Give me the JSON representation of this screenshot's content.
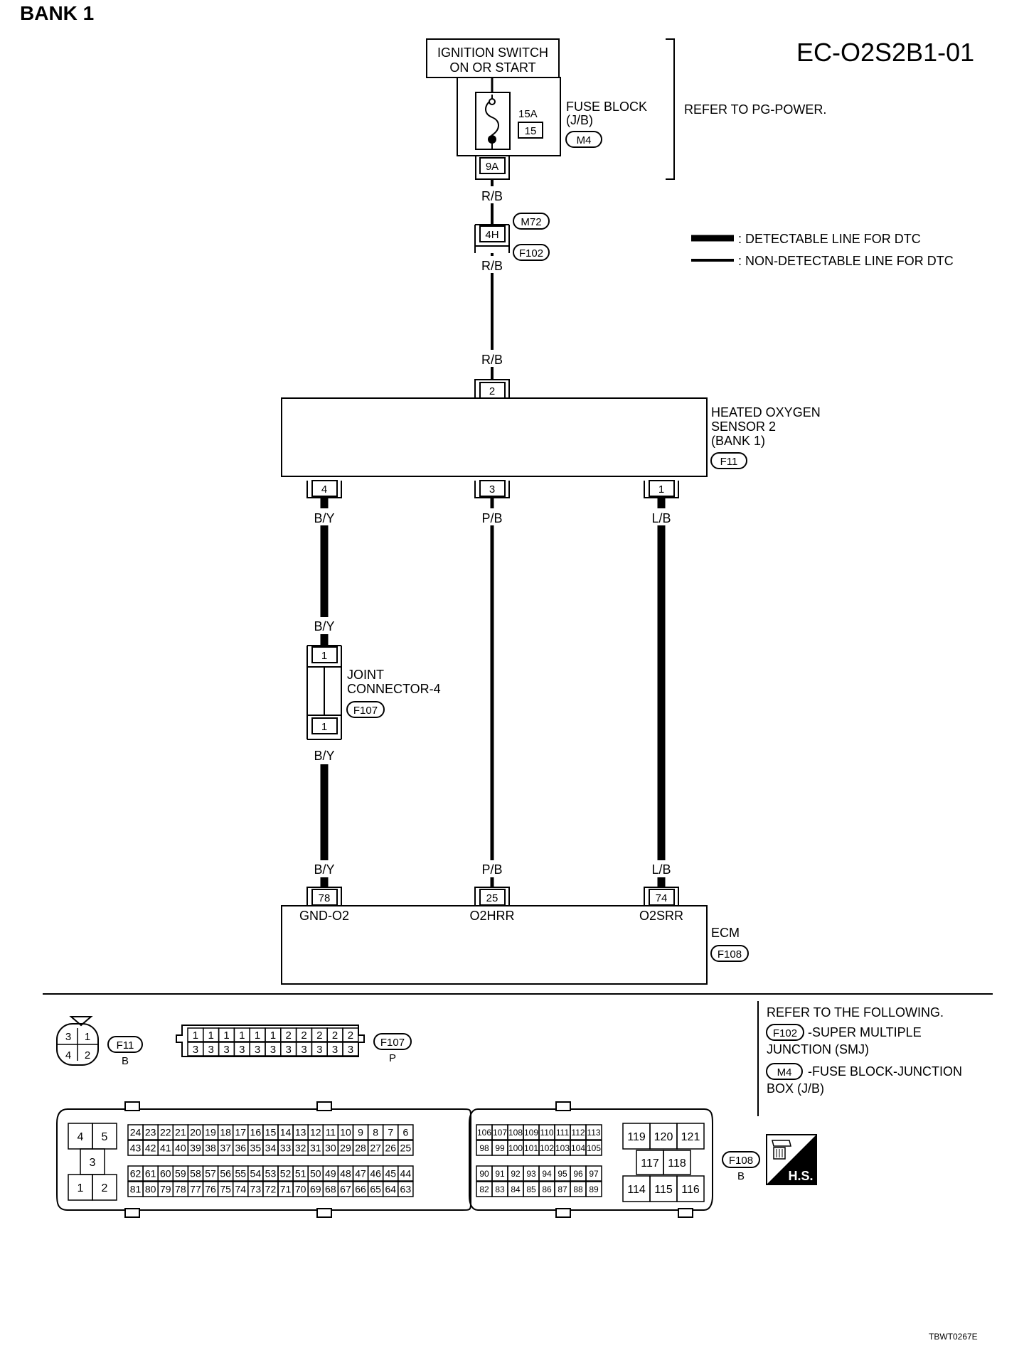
{
  "page": {
    "bank_title": "BANK 1",
    "diagram_code": "EC-O2S2B1-01",
    "figure_code": "TBWT0267E"
  },
  "power": {
    "ignition_line1": "IGNITION SWITCH",
    "ignition_line2": "ON OR START",
    "fuse_amps": "15A",
    "fuse_number": "15",
    "fuse_block_line1": "FUSE BLOCK",
    "fuse_block_line2": "(J/B)",
    "fuse_block_connector": "M4",
    "fuse_terminal": "9A",
    "refer_text": "REFER TO PG-POWER."
  },
  "harness": {
    "wire_rb": "R/B",
    "junction_terminal": "4H",
    "junction_conn_top": "M72",
    "junction_conn_bottom": "F102"
  },
  "legend": {
    "detectable": ": DETECTABLE LINE FOR DTC",
    "non_detectable": ": NON-DETECTABLE LINE FOR DTC"
  },
  "sensor": {
    "name_line1": "HEATED OXYGEN",
    "name_line2": "SENSOR 2",
    "name_line3": "(BANK 1)",
    "connector": "F11",
    "top_pin": "2",
    "pins": [
      "4",
      "3",
      "1"
    ],
    "wires": [
      "B/Y",
      "P/B",
      "L/B"
    ]
  },
  "joint": {
    "name_line1": "JOINT",
    "name_line2": "CONNECTOR-4",
    "connector": "F107",
    "pin_top": "1",
    "pin_bottom": "1"
  },
  "ecm": {
    "name": "ECM",
    "connector": "F108",
    "pins": [
      "78",
      "25",
      "74"
    ],
    "pin_names": [
      "GND-O2",
      "O2HRR",
      "O2SRR"
    ]
  },
  "refer_following": {
    "title": "REFER TO THE FOLLOWING.",
    "item1_conn": "F102",
    "item1_line1": "-SUPER MULTIPLE",
    "item1_line2": "JUNCTION (SMJ)",
    "item2_conn": "M4",
    "item2_line1": "-FUSE BLOCK-JUNCTION",
    "item2_line2": "BOX (J/B)"
  },
  "connector_views": {
    "f11": {
      "label": "F11",
      "color": "B",
      "pins": [
        "3",
        "1",
        "4",
        "2"
      ]
    },
    "f107": {
      "label": "F107",
      "color": "P",
      "top_row": [
        "1",
        "1",
        "1",
        "1",
        "1",
        "1",
        "2",
        "2",
        "2",
        "2",
        "2"
      ],
      "bottom_row": [
        "3",
        "3",
        "3",
        "3",
        "3",
        "3",
        "3",
        "3",
        "3",
        "3",
        "3"
      ]
    },
    "f108": {
      "label": "F108",
      "color": "B",
      "left_block": [
        "4",
        "5",
        "3",
        "1",
        "2"
      ],
      "rows": [
        [
          "24",
          "23",
          "22",
          "21",
          "20",
          "19",
          "18",
          "17",
          "16",
          "15",
          "14",
          "13",
          "12",
          "11",
          "10",
          "9",
          "8",
          "7",
          "6"
        ],
        [
          "43",
          "42",
          "41",
          "40",
          "39",
          "38",
          "37",
          "36",
          "35",
          "34",
          "33",
          "32",
          "31",
          "30",
          "29",
          "28",
          "27",
          "26",
          "25"
        ],
        [
          "62",
          "61",
          "60",
          "59",
          "58",
          "57",
          "56",
          "55",
          "54",
          "53",
          "52",
          "51",
          "50",
          "49",
          "48",
          "47",
          "46",
          "45",
          "44"
        ],
        [
          "81",
          "80",
          "79",
          "78",
          "77",
          "76",
          "75",
          "74",
          "73",
          "72",
          "71",
          "70",
          "69",
          "68",
          "67",
          "66",
          "65",
          "64",
          "63"
        ]
      ],
      "mid_rows": [
        [
          "106",
          "107",
          "108",
          "109",
          "110",
          "111",
          "112",
          "113"
        ],
        [
          "98",
          "99",
          "100",
          "101",
          "102",
          "103",
          "104",
          "105"
        ],
        [
          "90",
          "91",
          "92",
          "93",
          "94",
          "95",
          "96",
          "97"
        ],
        [
          "82",
          "83",
          "84",
          "85",
          "86",
          "87",
          "88",
          "89"
        ]
      ],
      "right_block": [
        "119",
        "120",
        "121",
        "117",
        "118",
        "114",
        "115",
        "116"
      ]
    }
  },
  "hs_badge": "H.S."
}
